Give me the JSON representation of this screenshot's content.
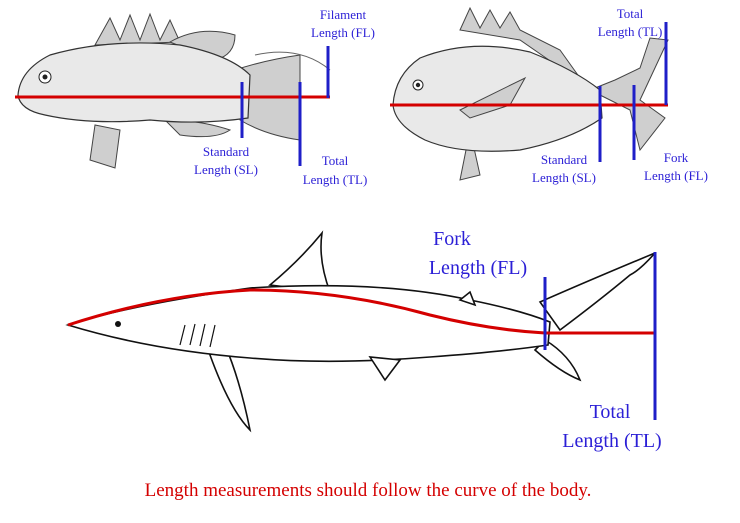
{
  "fish1": {
    "filament": [
      "Filament",
      "Length (FL)"
    ],
    "standard": [
      "Standard",
      "Length (SL)"
    ],
    "total": [
      "Total",
      "Length (TL)"
    ]
  },
  "fish2": {
    "total": [
      "Total",
      "Length (TL)"
    ],
    "standard": [
      "Standard",
      "Length (SL)"
    ],
    "fork": [
      "Fork",
      "Length (FL)"
    ]
  },
  "shark": {
    "fork": [
      "Fork",
      "Length (FL)"
    ],
    "total": [
      "Total",
      "Length (TL)"
    ]
  },
  "caption": "Length measurements should follow the curve of the body.",
  "colors": {
    "measure_line": "#d40000",
    "marker": "#1f1fc8",
    "label": "#2b1fd6"
  }
}
